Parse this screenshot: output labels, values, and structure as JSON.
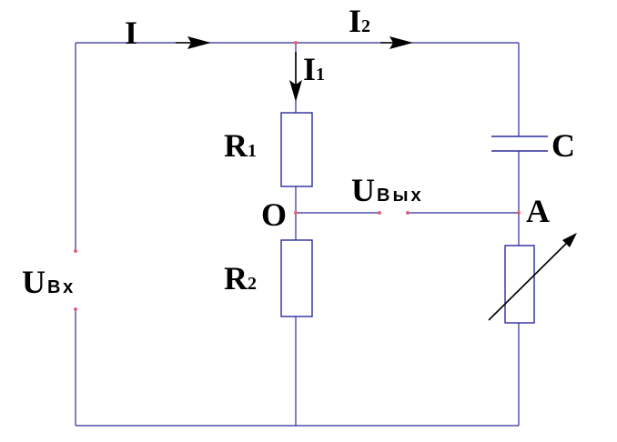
{
  "labels": {
    "current_total": "I",
    "current_branch2_main": "I",
    "current_branch2_sub": "2",
    "current_branch1_main": "I",
    "current_branch1_sub": "1",
    "r1_main": "R",
    "r1_sub": "1",
    "r2_main": "R",
    "r2_sub": "2",
    "capacitor": "C",
    "node_o": "O",
    "node_a": "A",
    "u_out_main": "U",
    "u_out_sub": "Вых",
    "u_in_main": "U",
    "u_in_sub": "Вх"
  },
  "colors": {
    "wire": "#2b2b9e",
    "node_dot": "#e0607a",
    "label": "#000000"
  }
}
